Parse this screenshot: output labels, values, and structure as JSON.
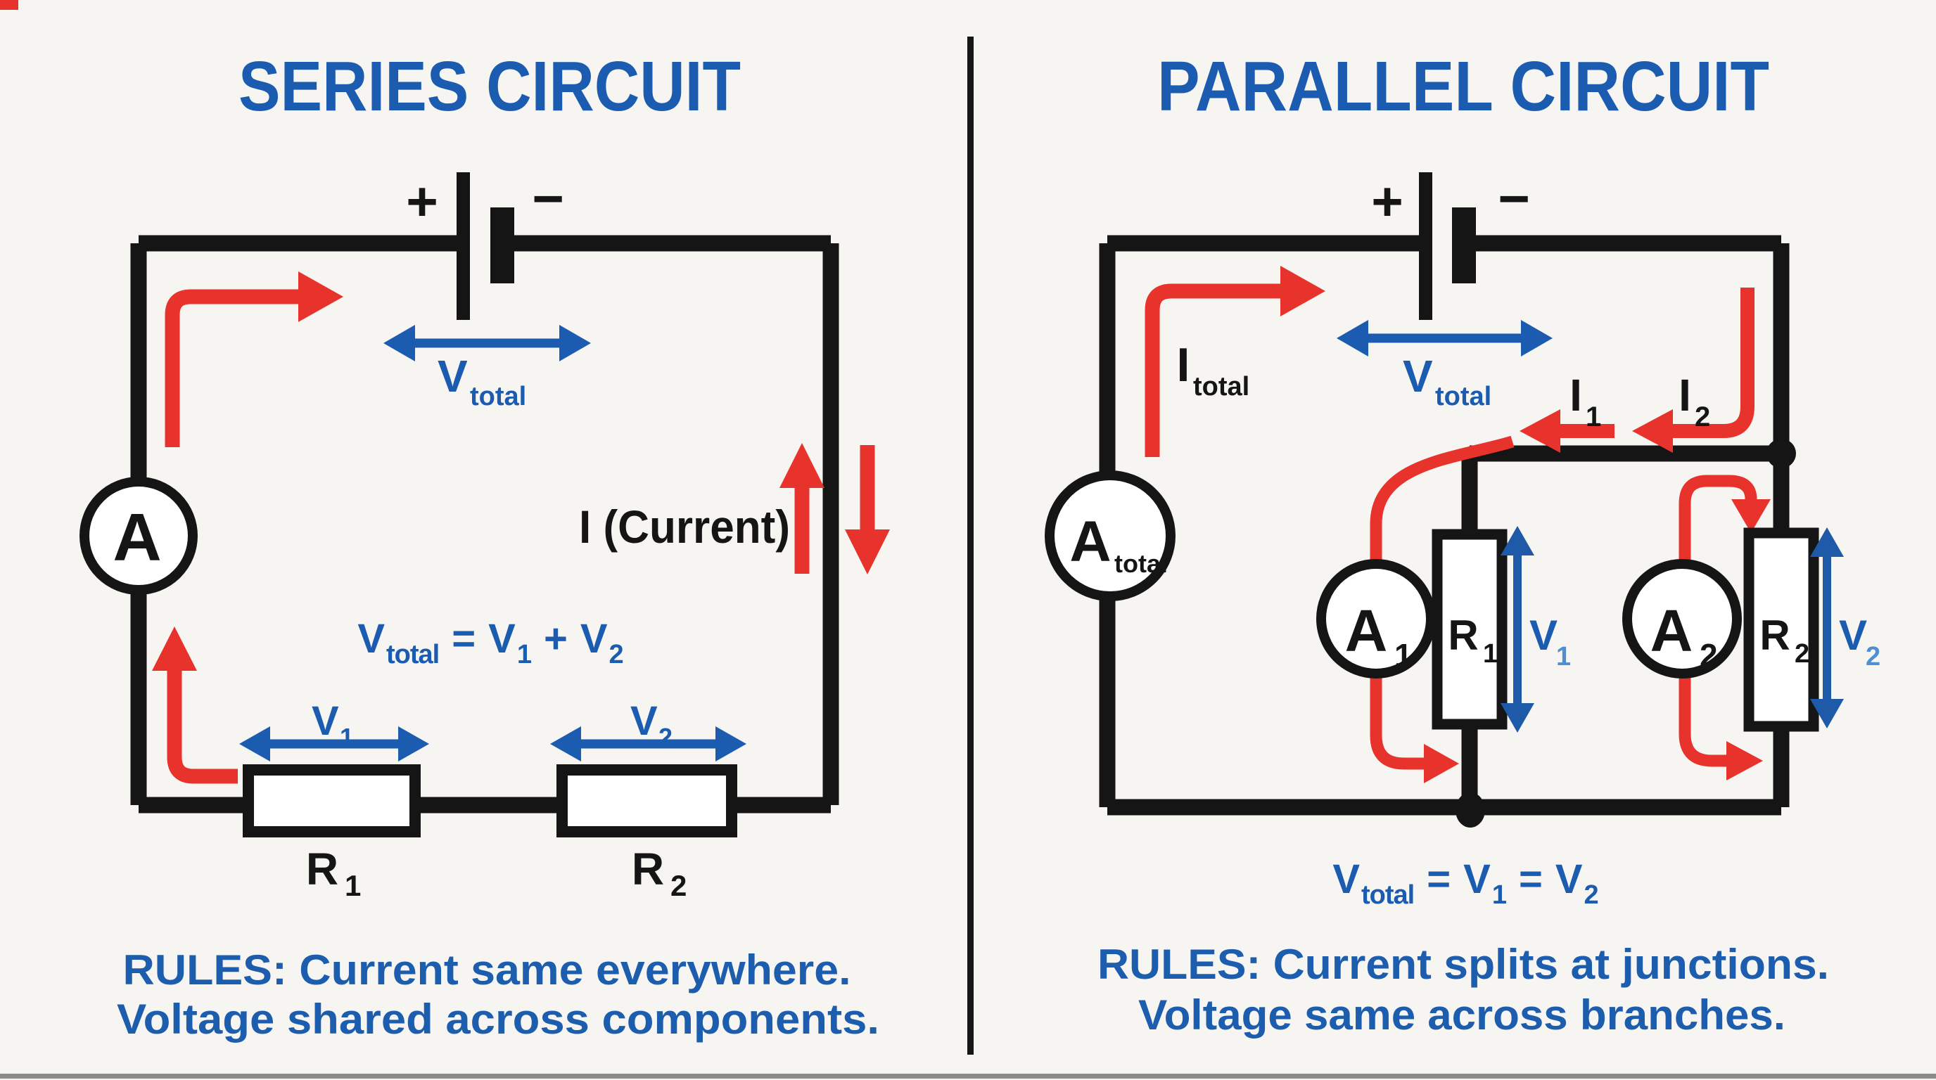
{
  "meta": {
    "colors": {
      "background": "#f7f5f2",
      "heading_blue": "#1b5cb0",
      "light_blue": "#4e8fd2",
      "arrow_red": "#e8332d",
      "wire_black": "#151515"
    }
  },
  "sym": {
    "V": "V",
    "I": "I",
    "A": "A",
    "R": "R",
    "plus": "+",
    "minus": "−",
    "eq": "=",
    "total": "total",
    "one": "1",
    "two": "2"
  },
  "series": {
    "title": "SERIES CIRCUIT",
    "current_label": "I (Current)",
    "rules_line1": "RULES: Current same everywhere.",
    "rules_line2": "Voltage shared across components."
  },
  "parallel": {
    "title": "PARALLEL CIRCUIT",
    "rules_line1": "RULES: Current splits at junctions.",
    "rules_line2": "Voltage same across branches."
  }
}
